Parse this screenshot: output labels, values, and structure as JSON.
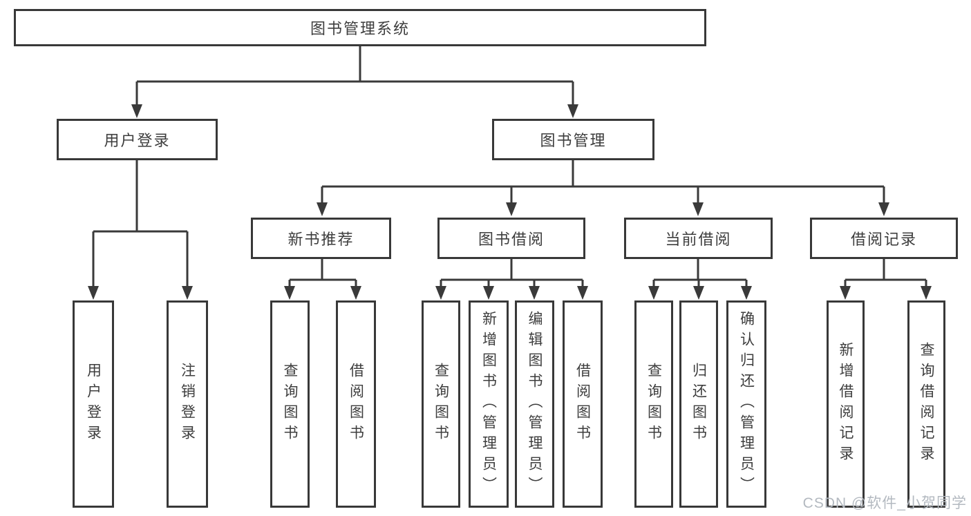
{
  "tree": {
    "label": "图书管理系统",
    "children": [
      {
        "label": "用户登录",
        "children": [
          {
            "label": "用户登录"
          },
          {
            "label": "注销登录"
          }
        ]
      },
      {
        "label": "图书管理",
        "children": [
          {
            "label": "新书推荐",
            "children": [
              {
                "label": "查询图书"
              },
              {
                "label": "借阅图书"
              }
            ]
          },
          {
            "label": "图书借阅",
            "children": [
              {
                "label": "查询图书"
              },
              {
                "label": "新增图书（管理员）"
              },
              {
                "label": "编辑图书（管理员）"
              },
              {
                "label": "借阅图书"
              }
            ]
          },
          {
            "label": "当前借阅",
            "children": [
              {
                "label": "查询图书"
              },
              {
                "label": "归还图书"
              },
              {
                "label": "确认归还（管理员）"
              }
            ]
          },
          {
            "label": "借阅记录",
            "children": [
              {
                "label": "新增借阅记录"
              },
              {
                "label": "查询借阅记录"
              }
            ]
          }
        ]
      }
    ]
  },
  "watermark": {
    "text": "CSDN @软件_小贺同学"
  },
  "colors": {
    "line": "#3a3a3a",
    "text": "#3d3d3d",
    "background": "#ffffff",
    "watermark": "#b3b9c0"
  }
}
